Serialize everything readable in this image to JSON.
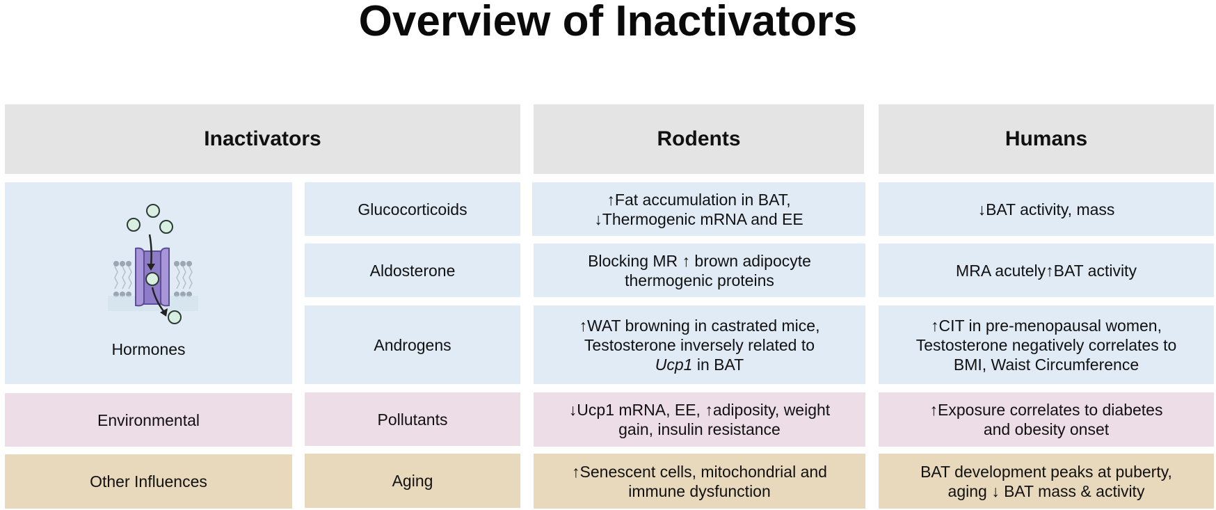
{
  "title": "Overview of Inactivators",
  "headers": {
    "inactivators": "Inactivators",
    "rodents": "Rodents",
    "humans": "Humans"
  },
  "categories": {
    "hormones": "Hormones",
    "environmental": "Environmental",
    "other": "Other Influences"
  },
  "rows": {
    "glucocorticoids": {
      "name": "Glucocorticoids",
      "rodents": [
        "↑Fat accumulation in BAT,",
        "↓Thermogenic mRNA and EE"
      ],
      "humans": [
        "↓BAT activity, mass"
      ]
    },
    "aldosterone": {
      "name": "Aldosterone",
      "rodents": [
        "Blocking MR ↑ brown adipocyte",
        "thermogenic proteins"
      ],
      "humans": [
        "MRA acutely↑BAT activity"
      ]
    },
    "androgens": {
      "name": "Androgens",
      "rodents": [
        "↑WAT browning in castrated mice,",
        "Testosterone inversely related to"
      ],
      "rodents_gene": "Ucp1",
      "rodents_tail": " in BAT",
      "humans": [
        "↑CIT in pre-menopausal women,",
        "Testosterone negatively correlates to",
        "BMI, Waist Circumference"
      ]
    },
    "pollutants": {
      "name": "Pollutants",
      "rodents": [
        "↓Ucp1 mRNA, EE, ↑adiposity, weight",
        "gain, insulin resistance"
      ],
      "humans": [
        "↑Exposure correlates to diabetes",
        "and obesity onset"
      ]
    },
    "aging": {
      "name": "Aging",
      "rodents": [
        "↑Senescent cells, mitochondrial and",
        "immune dysfunction"
      ],
      "humans": [
        "BAT development peaks at puberty,",
        "aging ↓ BAT mass & activity"
      ]
    }
  },
  "colors": {
    "header": "#e4e4e4",
    "hormones": "#e1ebf6",
    "environmental": "#eddde7",
    "other": "#e8d9bc",
    "icon_channel": "#a896d8"
  },
  "icon": "membrane-channel-icon"
}
